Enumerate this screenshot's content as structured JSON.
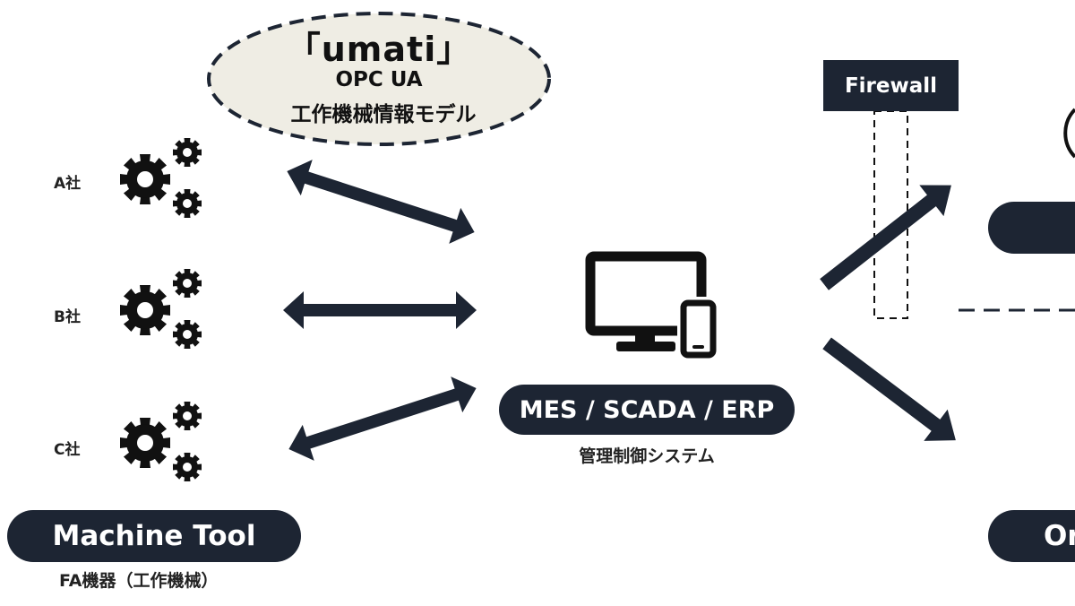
{
  "umati": {
    "title": "「umati」",
    "subtitle_line1": "OPC UA",
    "subtitle_line2": "工作機械情報モデル"
  },
  "companies": [
    {
      "label": "A社"
    },
    {
      "label": "B社"
    },
    {
      "label": "C社"
    }
  ],
  "machine_tool": {
    "label": "Machine Tool",
    "sublabel": "FA機器（工作機械）"
  },
  "mes": {
    "label": "MES / SCADA / ERP",
    "sublabel": "管理制御システム"
  },
  "firewall": {
    "label": "Firewall"
  },
  "right_bottom": {
    "label": "Or"
  },
  "colors": {
    "dark": "#1d2533",
    "ellipse_fill": "#efede4",
    "gear": "#111111"
  }
}
